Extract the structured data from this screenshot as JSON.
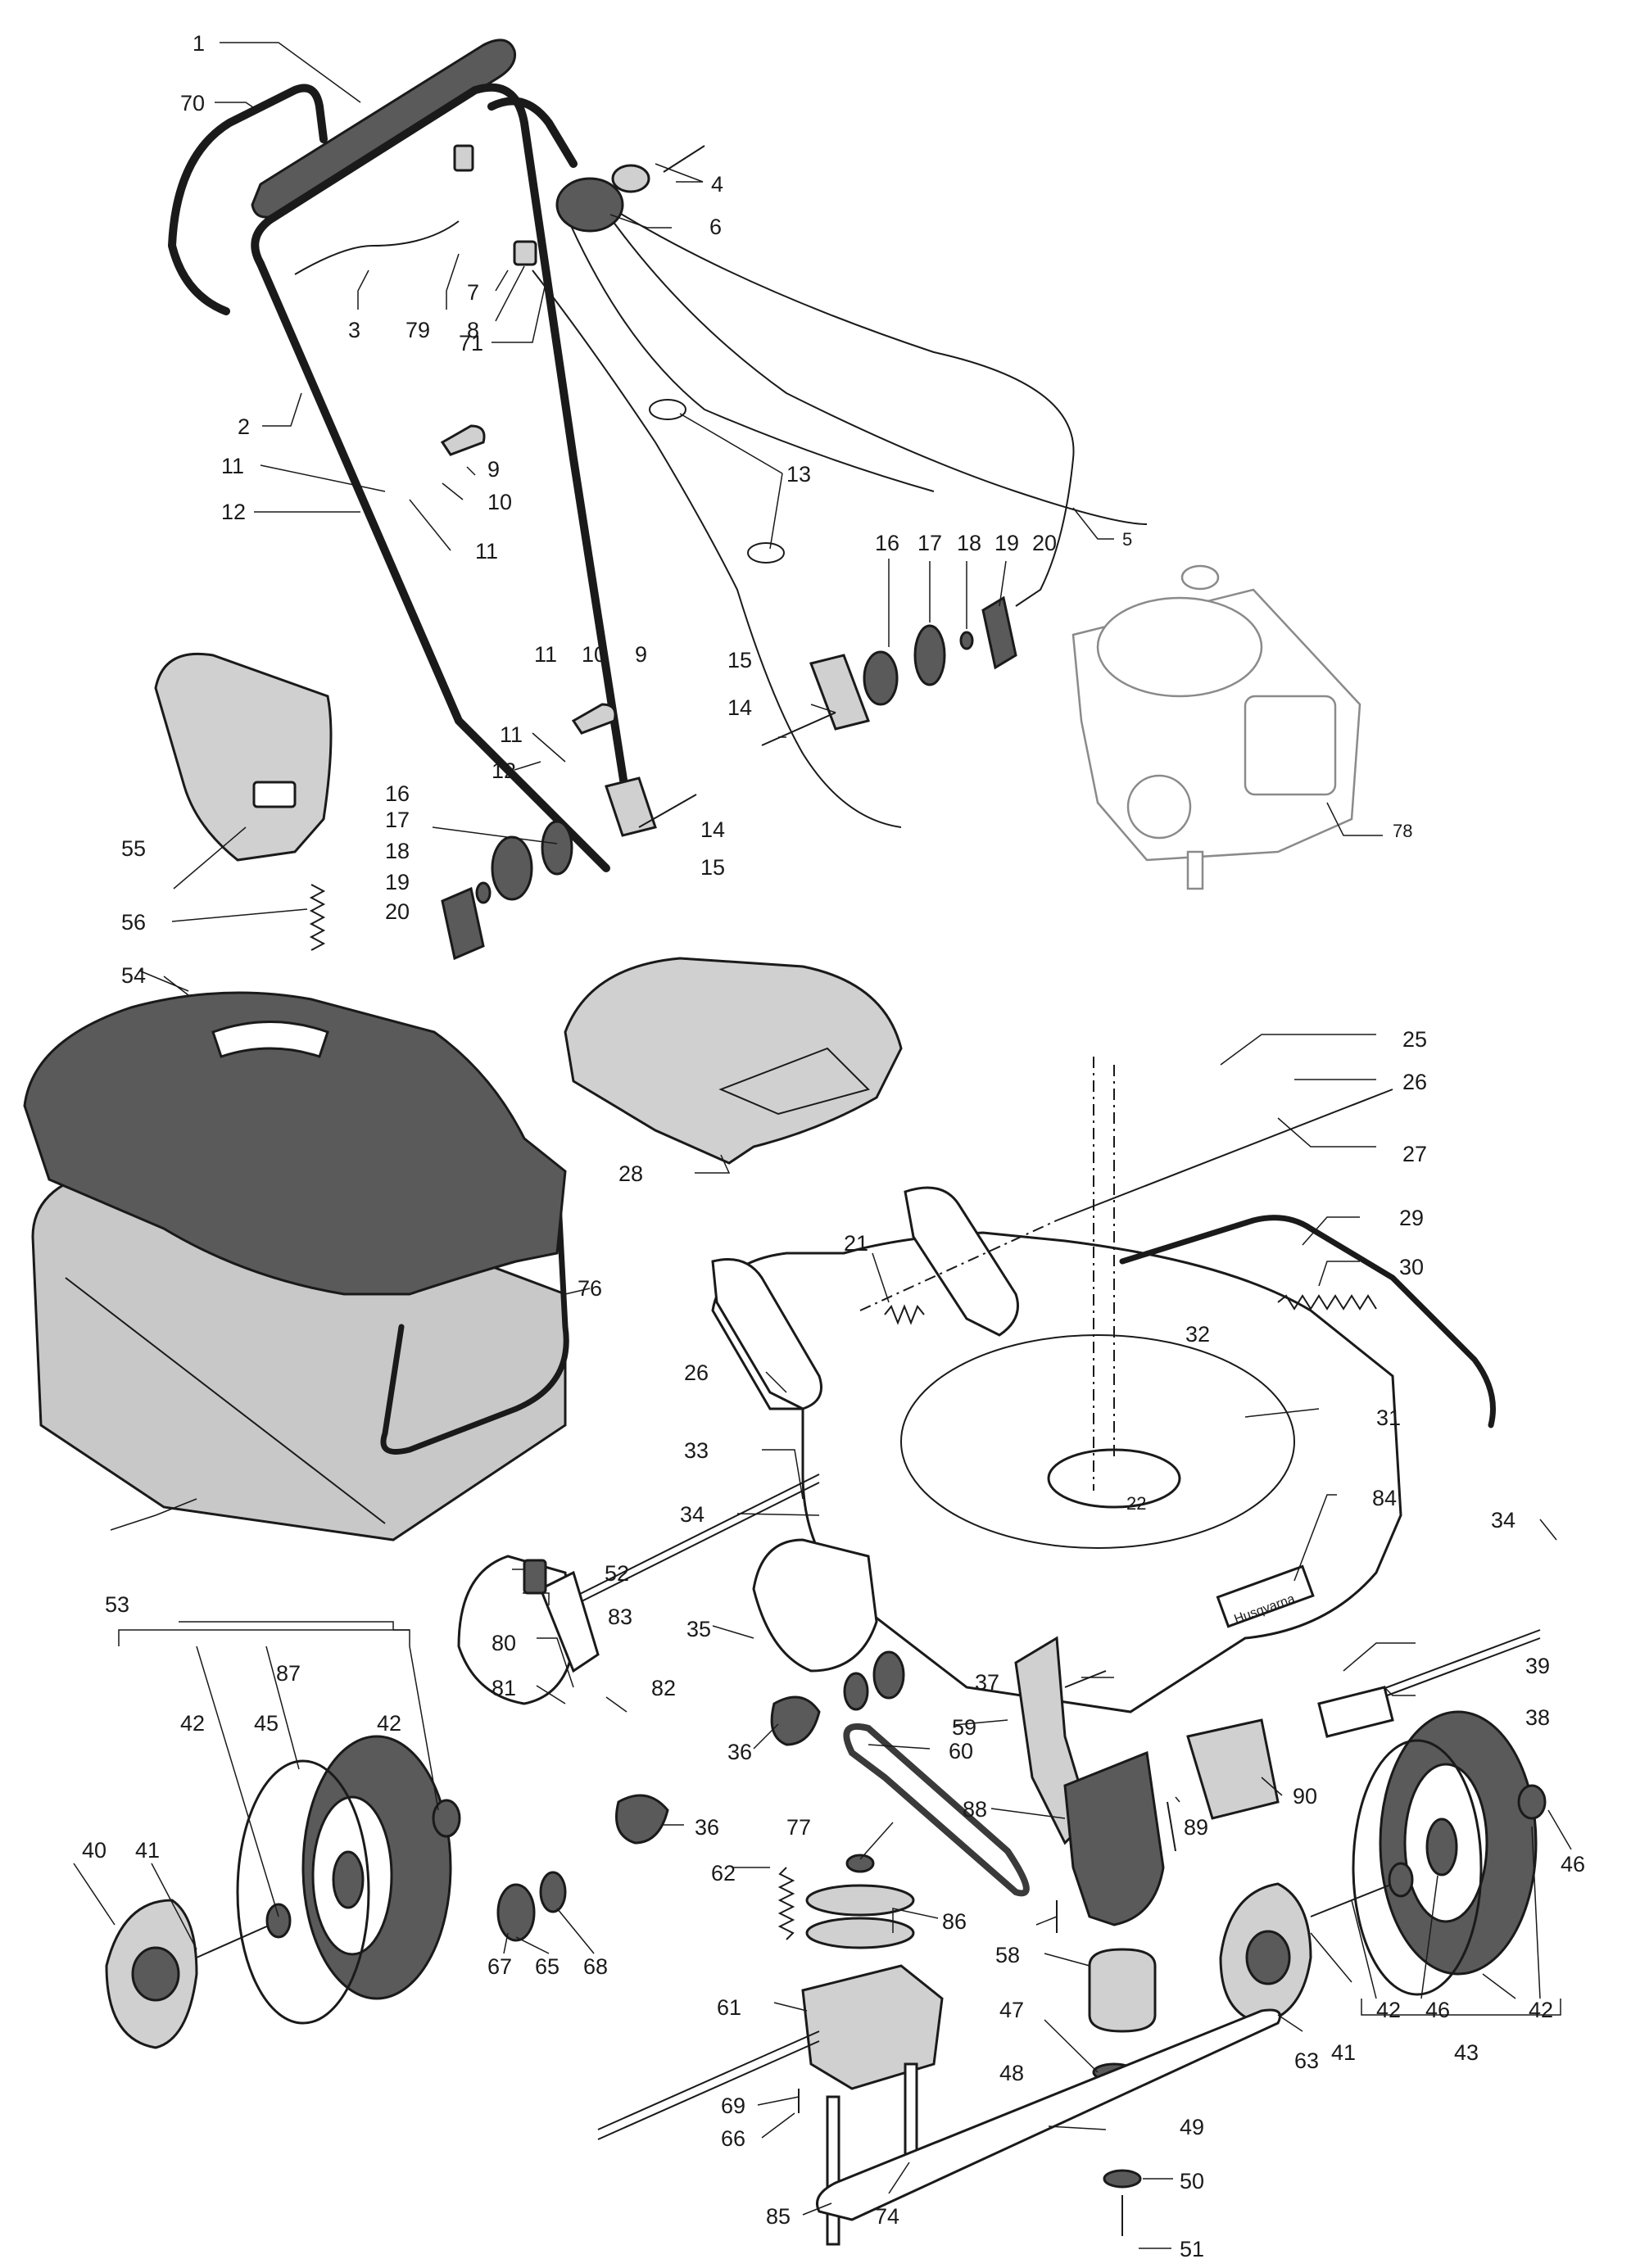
{
  "diagram": {
    "labels": {
      "p1": "1",
      "p2": "2",
      "p3": "3",
      "p4": "4",
      "p5": "5",
      "p6": "6",
      "p7": "7",
      "p8": "8",
      "p9a": "9",
      "p9b": "9",
      "p10a": "10",
      "p10b": "10",
      "p11a": "11",
      "p11b": "11",
      "p11c": "11",
      "p11d": "11",
      "p12a": "12",
      "p12b": "12",
      "p13": "13",
      "p14a": "14",
      "p14b": "14",
      "p15a": "15",
      "p15b": "15",
      "p16a": "16",
      "p16b": "16",
      "p17a": "17",
      "p17b": "17",
      "p18a": "18",
      "p18b": "18",
      "p19a": "19",
      "p19b": "19",
      "p20a": "20",
      "p20b": "20",
      "p21": "21",
      "p22": "22",
      "p25": "25",
      "p26a": "26",
      "p26b": "26",
      "p27": "27",
      "p28": "28",
      "p29": "29",
      "p30": "30",
      "p31": "31",
      "p32": "32",
      "p33": "33",
      "p34a": "34",
      "p34b": "34",
      "p35": "35",
      "p36a": "36",
      "p36b": "36",
      "p37": "37",
      "p38": "38",
      "p39": "39",
      "p40": "40",
      "p41a": "41",
      "p41b": "41",
      "p42a": "42",
      "p42b": "42",
      "p42c": "42",
      "p42d": "42",
      "p43": "43",
      "p45": "45",
      "p46a": "46",
      "p46b": "46",
      "p47": "47",
      "p48": "48",
      "p49": "49",
      "p50": "50",
      "p51": "51",
      "p52": "52",
      "p53": "53",
      "p54": "54",
      "p55": "55",
      "p56": "56",
      "p58": "58",
      "p59": "59",
      "p60": "60",
      "p61": "61",
      "p62": "62",
      "p63": "63",
      "p65": "65",
      "p66": "66",
      "p67": "67",
      "p68": "68",
      "p69": "69",
      "p70": "70",
      "p71": "71",
      "p74": "74",
      "p76": "76",
      "p77": "77",
      "p78": "78",
      "p79": "79",
      "p80": "80",
      "p81": "81",
      "p82": "82",
      "p83": "83",
      "p84": "84",
      "p85": "85",
      "p86": "86",
      "p87": "87",
      "p88": "88",
      "p89": "89",
      "p90": "90"
    },
    "brand_plate": "Husqvarna"
  }
}
